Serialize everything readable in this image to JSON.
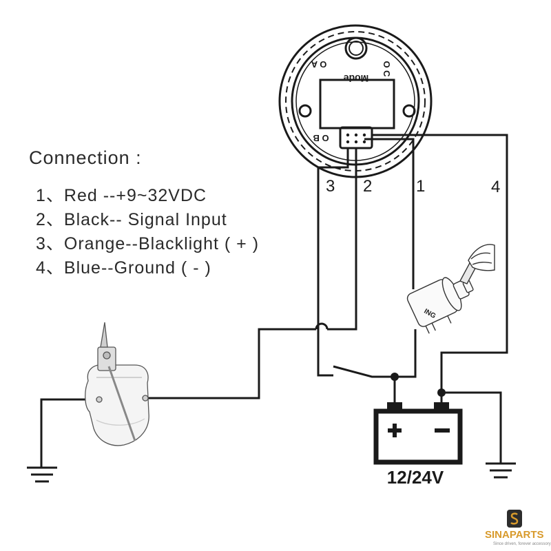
{
  "connection": {
    "title": "Connection :",
    "items": [
      "1、Red --+9~32VDC",
      "2、Black-- Signal  Input",
      "3、Orange--Blacklight ( + )",
      "4、Blue--Ground ( - )"
    ]
  },
  "gauge": {
    "labels": {
      "mode": "Mode",
      "oa": "O A",
      "oc": "O C",
      "ob": "O B"
    }
  },
  "wires": {
    "w1": "1",
    "w2": "2",
    "w3": "3",
    "w4": "4"
  },
  "ignition": {
    "label": "ING"
  },
  "battery": {
    "plus": "+",
    "minus": "−",
    "voltage": "12/24V"
  },
  "logo": {
    "name": "SINAPARTS",
    "tagline": "Since driven, forever accessory"
  },
  "colors": {
    "line": "#1a1a1a",
    "logo_gold": "#d89a2b",
    "logo_dark": "#2d2d2d"
  }
}
